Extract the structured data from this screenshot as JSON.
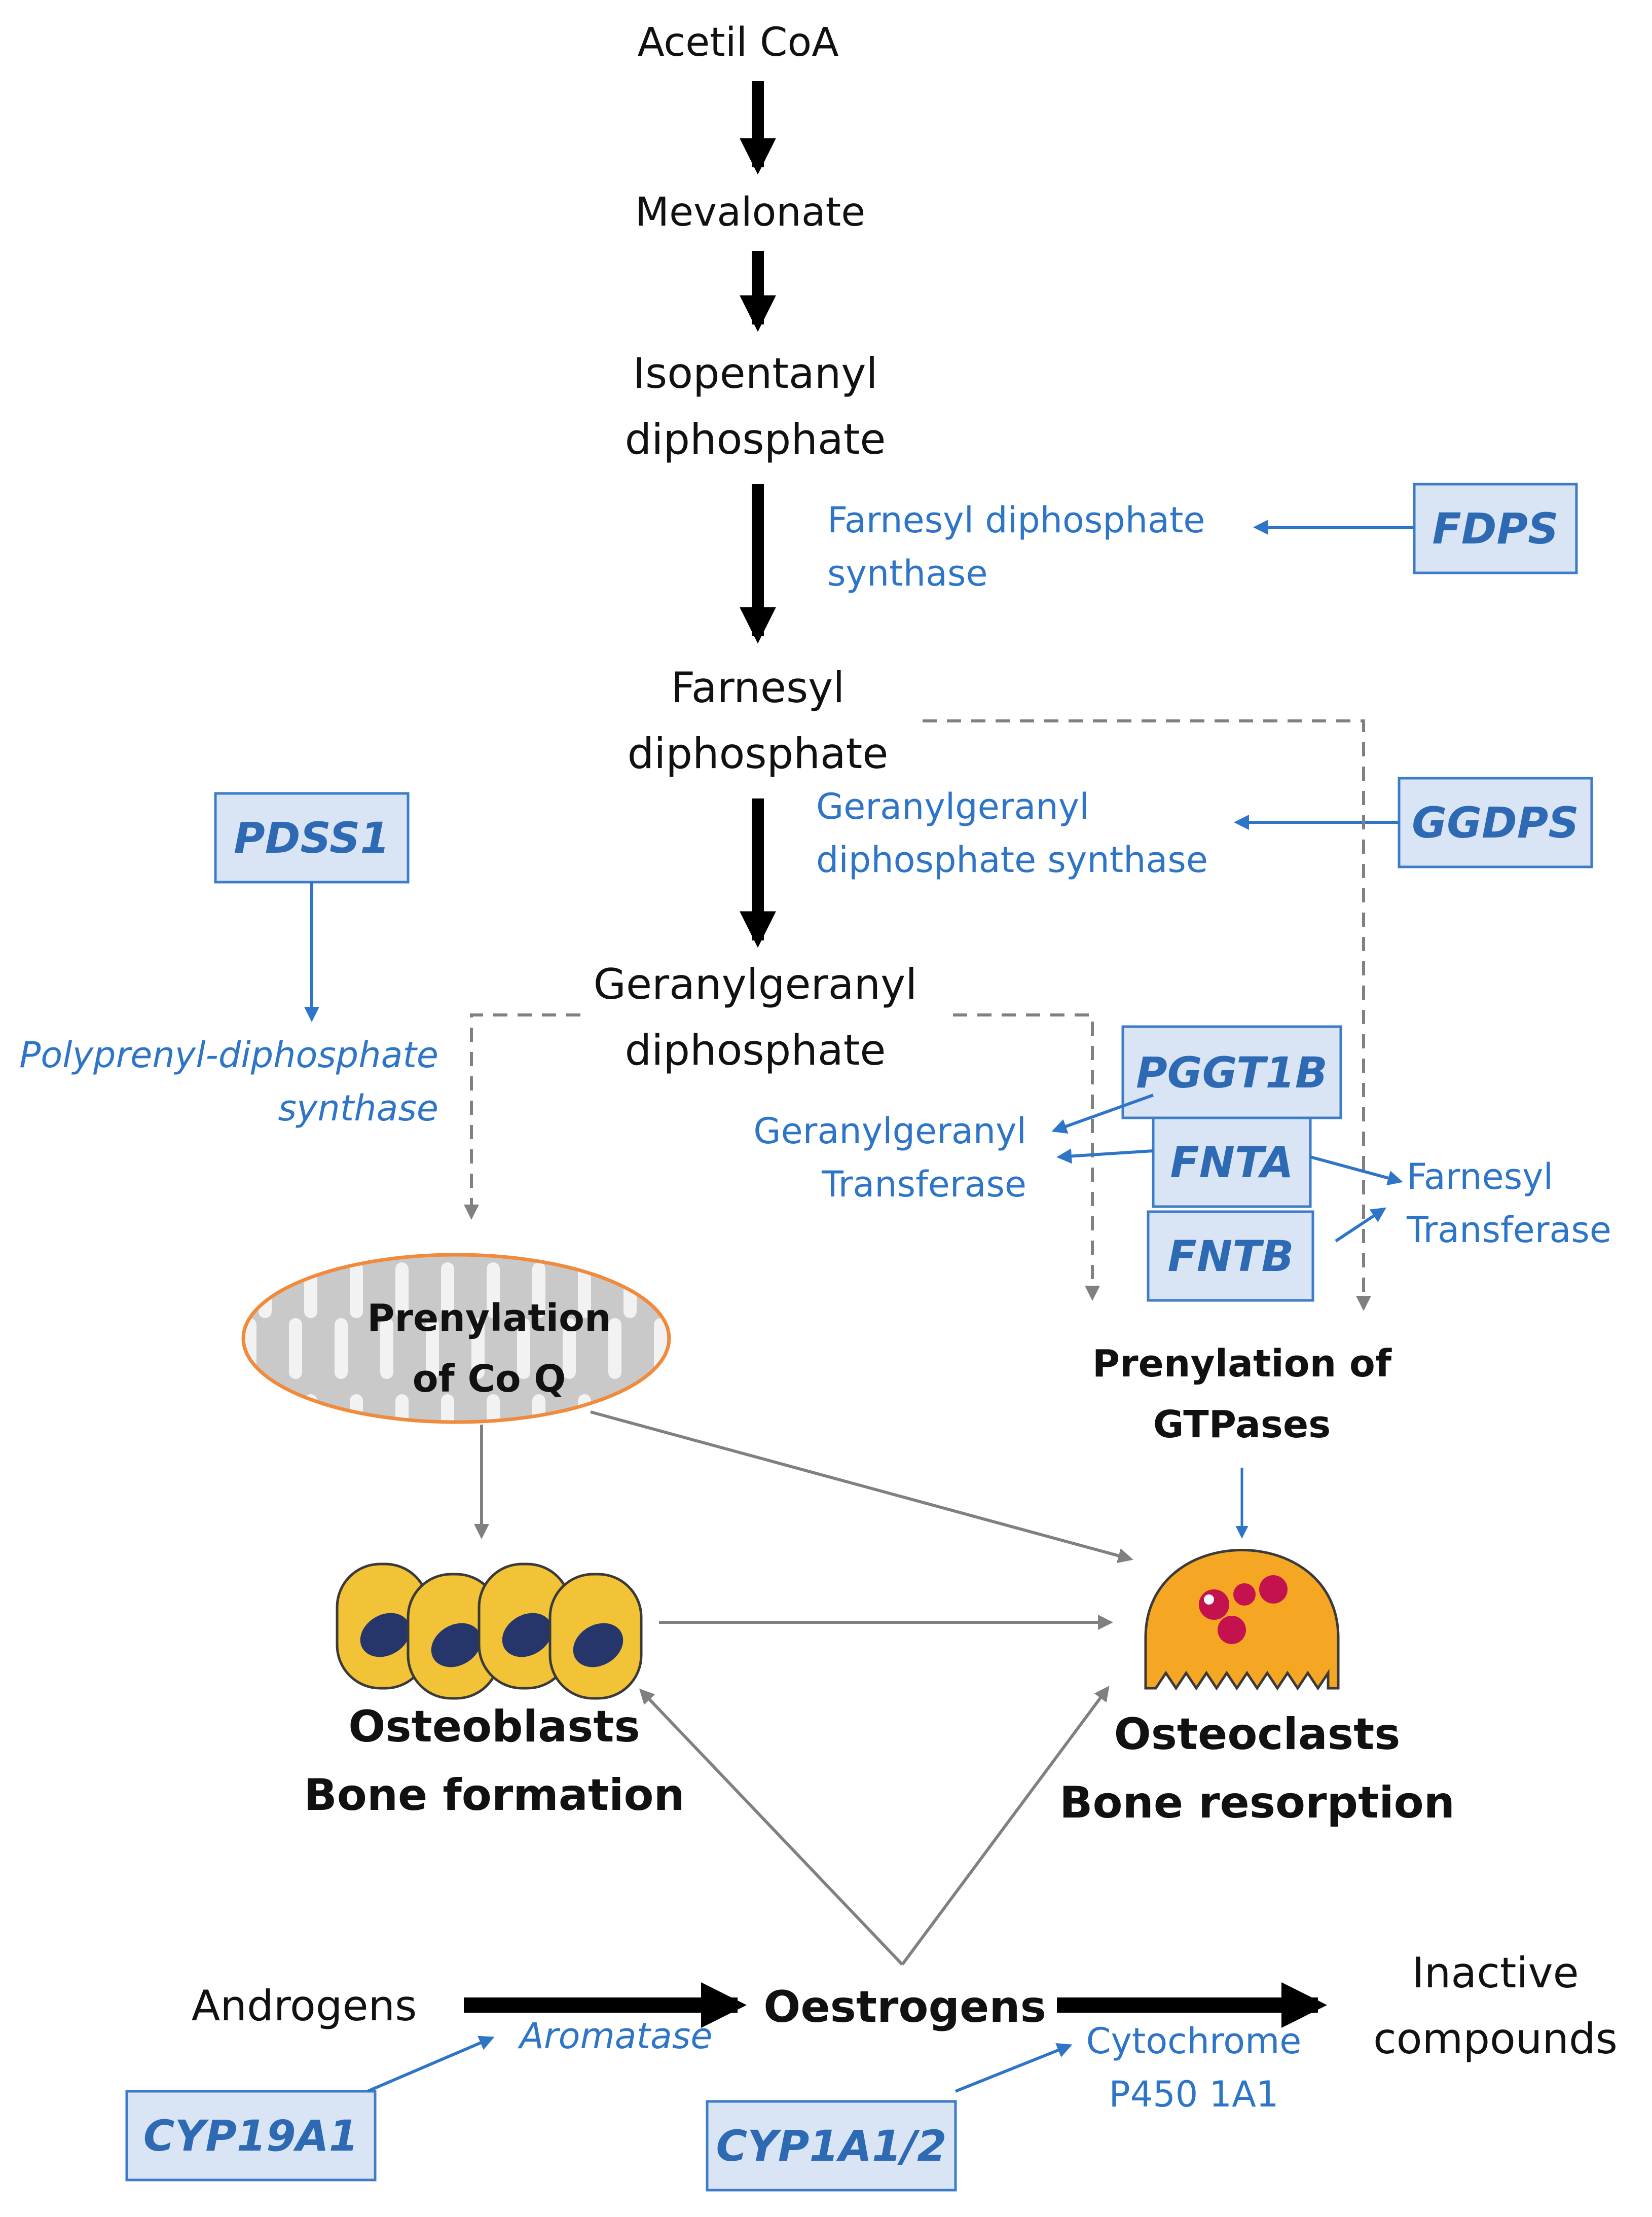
{
  "metabolites": {
    "acetyl_coa": "Acetil CoA",
    "mevalonate": "Mevalonate",
    "ipp_line1": "Isopentanyl",
    "ipp_line2": "diphosphate",
    "fpp_line1": "Farnesyl",
    "fpp_line2": "diphosphate",
    "ggpp_line1": "Geranylgeranyl",
    "ggpp_line2": "diphosphate",
    "androgens": "Androgens",
    "oestrogens": "Oestrogens",
    "inactive_line1": "Inactive",
    "inactive_line2": "compounds"
  },
  "enzymes": {
    "fdps_line1": "Farnesyl diphosphate",
    "fdps_line2": "synthase",
    "ggdps_line1": "Geranylgeranyl",
    "ggdps_line2": "diphosphate synthase",
    "pdss_line1": "Polyprenyl-diphosphate",
    "pdss_line2": "synthase",
    "ggt_line1": "Geranylgeranyl",
    "ggt_line2": "Transferase",
    "ft_line1": "Farnesyl",
    "ft_line2": "Transferase",
    "aromatase": "Aromatase",
    "cyp_line1": "Cytochrome",
    "cyp_line2": "P450 1A1"
  },
  "genes": {
    "fdps": "FDPS",
    "ggdps": "GGDPS",
    "pdss1": "PDSS1",
    "pggt1b": "PGGT1B",
    "fnta": "FNTA",
    "fntb": "FNTB",
    "cyp19a1": "CYP19A1",
    "cyp1a1_2": "CYP1A1/2"
  },
  "processes": {
    "coq_line1": "Prenylation",
    "coq_line2": "of  Co Q",
    "gtp_line1": "Prenylation  of",
    "gtp_line2": "GTPases",
    "osteoblasts_line1": "Osteoblasts",
    "osteoblasts_line2": "Bone formation",
    "osteoclasts_line1": "Osteoclasts",
    "osteoclasts_line2": "Bone resorption"
  },
  "colors": {
    "gene_box_fill": "#d9e5f4",
    "gene_box_stroke": "#3d7cc9",
    "enzyme_text": "#2e75c8",
    "main_arrow": "#000000",
    "secondary_arrow": "#808080",
    "osteoblast_cell": "#f2c237",
    "osteoblast_nucleus": "#26366b",
    "osteoclast_cell": "#f5a623",
    "osteoclast_granule": "#c4124f",
    "mitochondrion_border": "#f08a3c"
  }
}
